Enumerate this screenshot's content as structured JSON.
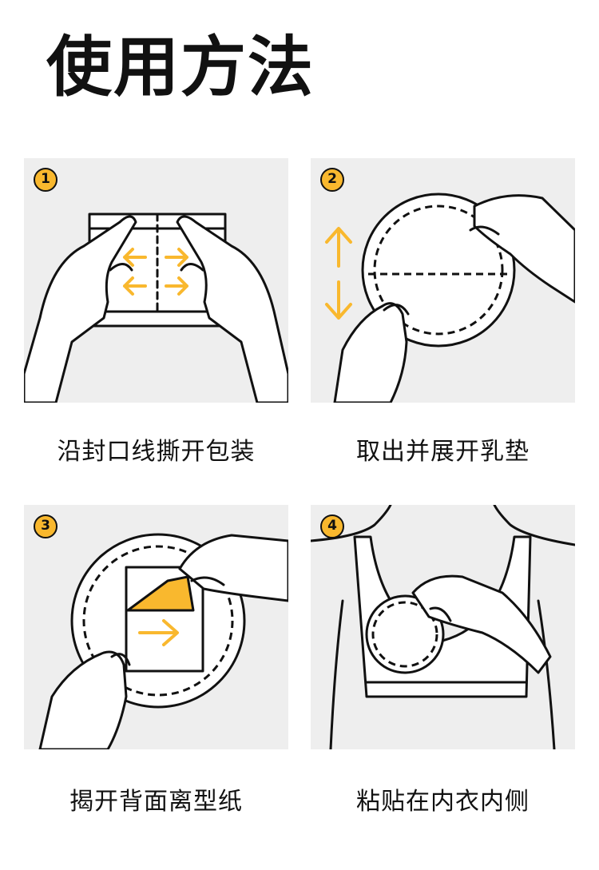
{
  "title": "使用方法",
  "colors": {
    "accent": "#f9b82e",
    "panel_bg": "#eeeeee",
    "outline": "#111111"
  },
  "steps": [
    {
      "number": "1",
      "caption": "沿封口线撕开包装",
      "illustration": "hands-tearing-package-icon"
    },
    {
      "number": "2",
      "caption": "取出并展开乳垫",
      "illustration": "hands-unfolding-pad-icon"
    },
    {
      "number": "3",
      "caption": "揭开背面离型纸",
      "illustration": "peeling-release-paper-icon"
    },
    {
      "number": "4",
      "caption": "粘贴在内衣内侧",
      "illustration": "attaching-pad-to-bra-icon"
    }
  ]
}
